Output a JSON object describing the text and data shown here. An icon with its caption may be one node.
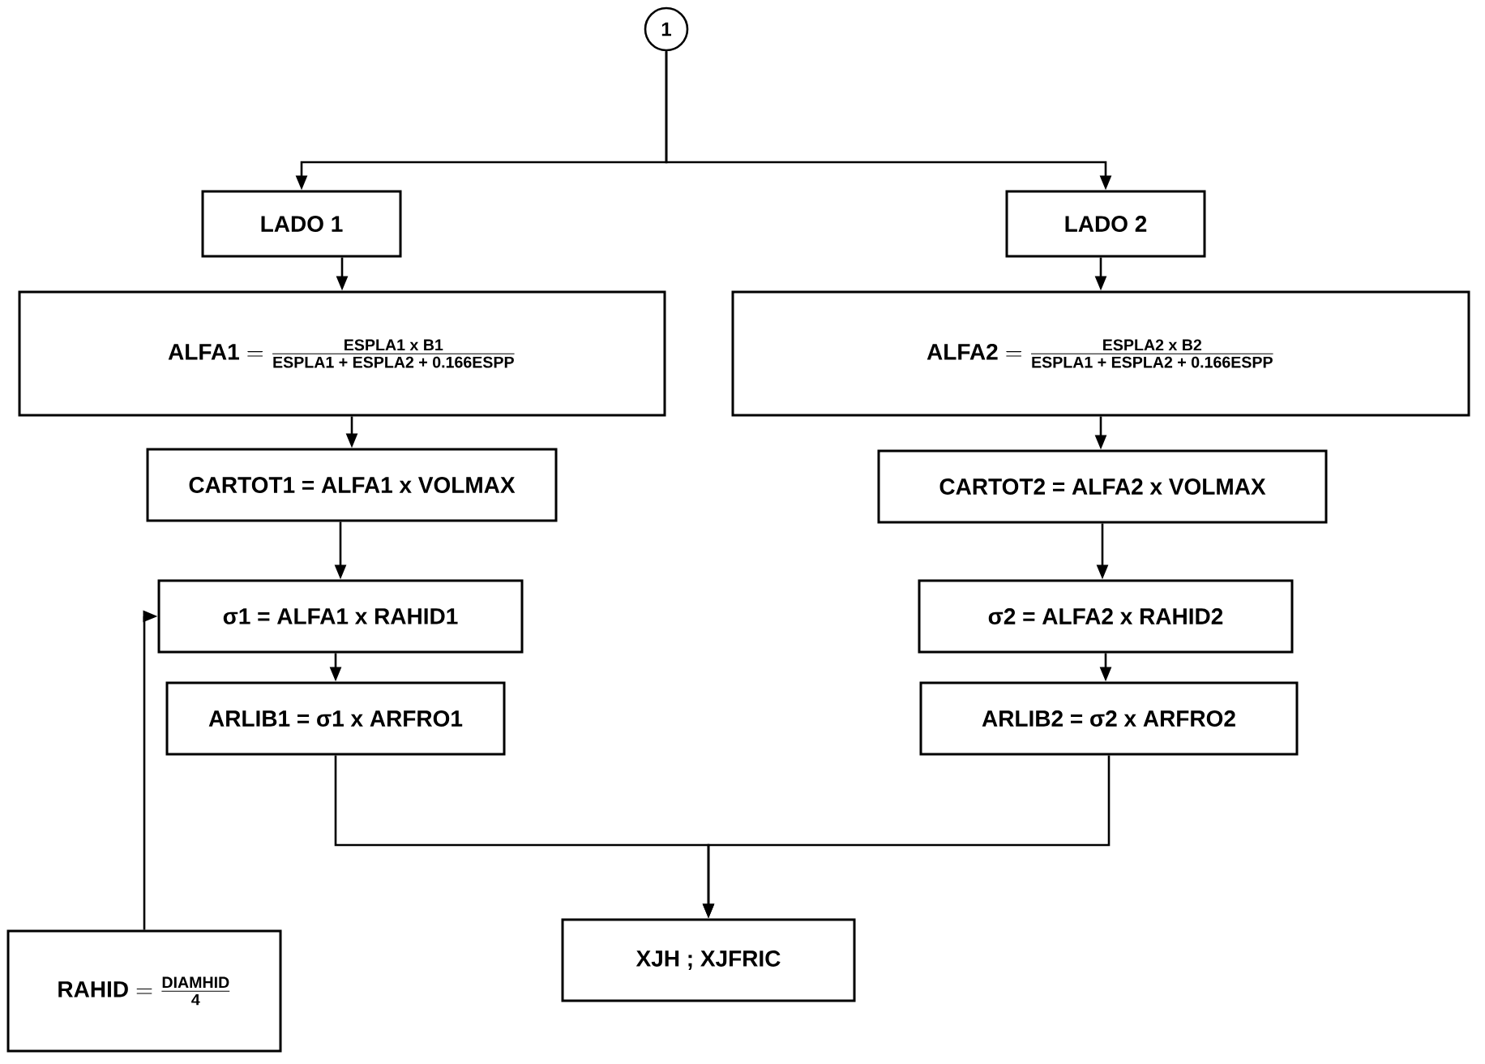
{
  "diagram": {
    "nodes": [
      {
        "text": [
          "1"
        ]
      },
      {
        "text": [
          "LADO 1"
        ]
      },
      {
        "text": [
          "LADO 2"
        ]
      },
      {
        "text": [
          "\\text{ALFA1} = \\frac{\\text{ESPLA1 x B1}}{\\text{ESPLA1 + ESPLA2 + 0.166ESPP}}"
        ]
      },
      {
        "text": [
          "\\text{ALFA2} = \\frac{\\text{ESPLA2 x B2}}{\\text{ESPLA1 + ESPLA2 + 0.166ESPP}}"
        ]
      },
      {
        "text": [
          "CARTOT1 = ALFA1 x VOLMAX"
        ]
      },
      {
        "text": [
          "CARTOT2 = ALFA2 x VOLMAX"
        ]
      },
      {
        "text": [
          "σ1 = ALFA1 x RAHID1"
        ]
      },
      {
        "text": [
          "σ2 = ALFA2 x RAHID2"
        ]
      },
      {
        "text": [
          "ARLIB1 = σ1 x ARFRO1"
        ]
      },
      {
        "text": [
          "ARLIB2 = σ2 x ARFRO2"
        ]
      },
      {
        "text": [
          "\\text{RAHID} = \\frac{\\text{DIAMHID}}{\\text{4}}"
        ]
      },
      {
        "text": [
          "XJH ; XJFRIC"
        ]
      }
    ],
    "edges": [
      {
        "from": 0,
        "to": 1,
        "arrow": "to"
      },
      {
        "from": 0,
        "to": 2,
        "arrow": "to"
      },
      {
        "from": 1,
        "to": 3,
        "arrow": "to"
      },
      {
        "from": 2,
        "to": 4,
        "arrow": "to"
      },
      {
        "from": 3,
        "to": 5,
        "arrow": "to"
      },
      {
        "from": 4,
        "to": 6,
        "arrow": "to"
      },
      {
        "from": 5,
        "to": 7,
        "arrow": "to"
      },
      {
        "from": 6,
        "to": 8,
        "arrow": "to"
      },
      {
        "from": 7,
        "to": 9,
        "arrow": "to"
      },
      {
        "from": 8,
        "to": 10,
        "arrow": "to"
      },
      {
        "from": 9,
        "to": 12,
        "arrow": "to"
      },
      {
        "from": 10,
        "to": 12,
        "arrow": "to"
      },
      {
        "from": 11,
        "to": 7,
        "arrow": "to"
      }
    ]
  }
}
